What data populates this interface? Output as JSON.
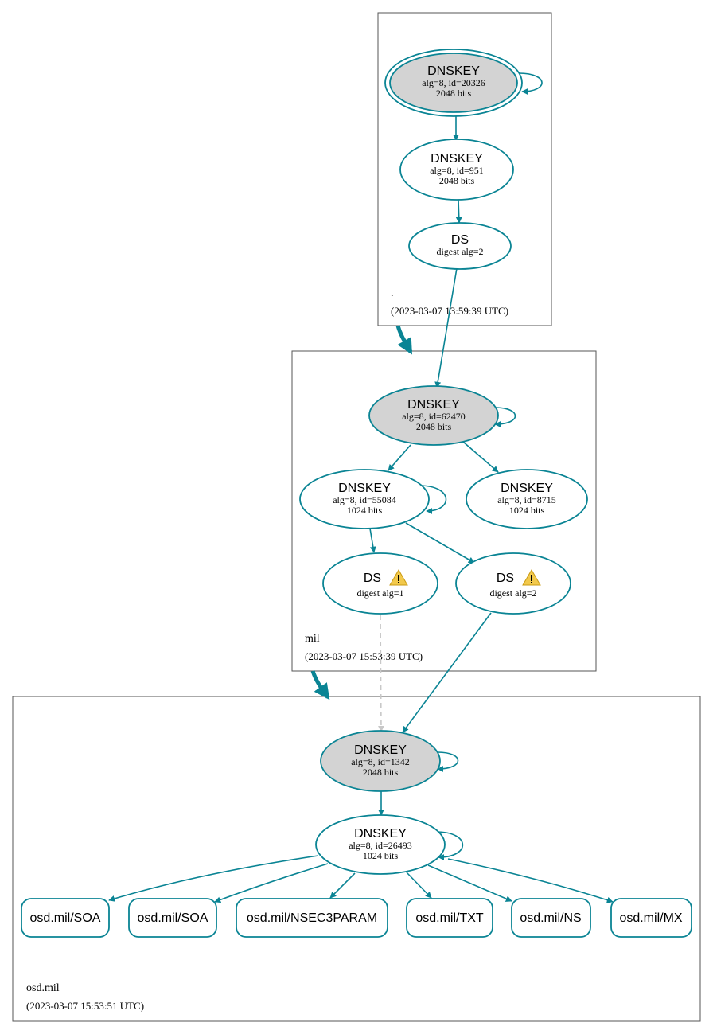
{
  "colors": {
    "edge": "#0a8494",
    "ksk_fill": "#d3d3d3",
    "node_fill": "#ffffff",
    "dashed_edge": "#c8c8c8",
    "warning": "#f2c94c"
  },
  "zones": {
    "root": {
      "name": ".",
      "timestamp": "(2023-03-07 13:59:39 UTC)"
    },
    "mil": {
      "name": "mil",
      "timestamp": "(2023-03-07 15:53:39 UTC)"
    },
    "osd": {
      "name": "osd.mil",
      "timestamp": "(2023-03-07 15:53:51 UTC)"
    }
  },
  "nodes": {
    "root_ksk": {
      "title": "DNSKEY",
      "line1": "alg=8, id=20326",
      "line2": "2048 bits"
    },
    "root_zsk": {
      "title": "DNSKEY",
      "line1": "alg=8, id=951",
      "line2": "2048 bits"
    },
    "root_ds": {
      "title": "DS",
      "line1": "digest alg=2"
    },
    "mil_ksk": {
      "title": "DNSKEY",
      "line1": "alg=8, id=62470",
      "line2": "2048 bits"
    },
    "mil_zsk1": {
      "title": "DNSKEY",
      "line1": "alg=8, id=55084",
      "line2": "1024 bits"
    },
    "mil_zsk2": {
      "title": "DNSKEY",
      "line1": "alg=8, id=8715",
      "line2": "1024 bits"
    },
    "mil_ds1": {
      "title": "DS",
      "line1": "digest alg=1",
      "icon": "warning-icon"
    },
    "mil_ds2": {
      "title": "DS",
      "line1": "digest alg=2",
      "icon": "warning-icon"
    },
    "osd_ksk": {
      "title": "DNSKEY",
      "line1": "alg=8, id=1342",
      "line2": "2048 bits"
    },
    "osd_zsk": {
      "title": "DNSKEY",
      "line1": "alg=8, id=26493",
      "line2": "1024 bits"
    }
  },
  "rrsets": [
    "osd.mil/SOA",
    "osd.mil/SOA",
    "osd.mil/NSEC3PARAM",
    "osd.mil/TXT",
    "osd.mil/NS",
    "osd.mil/MX"
  ]
}
